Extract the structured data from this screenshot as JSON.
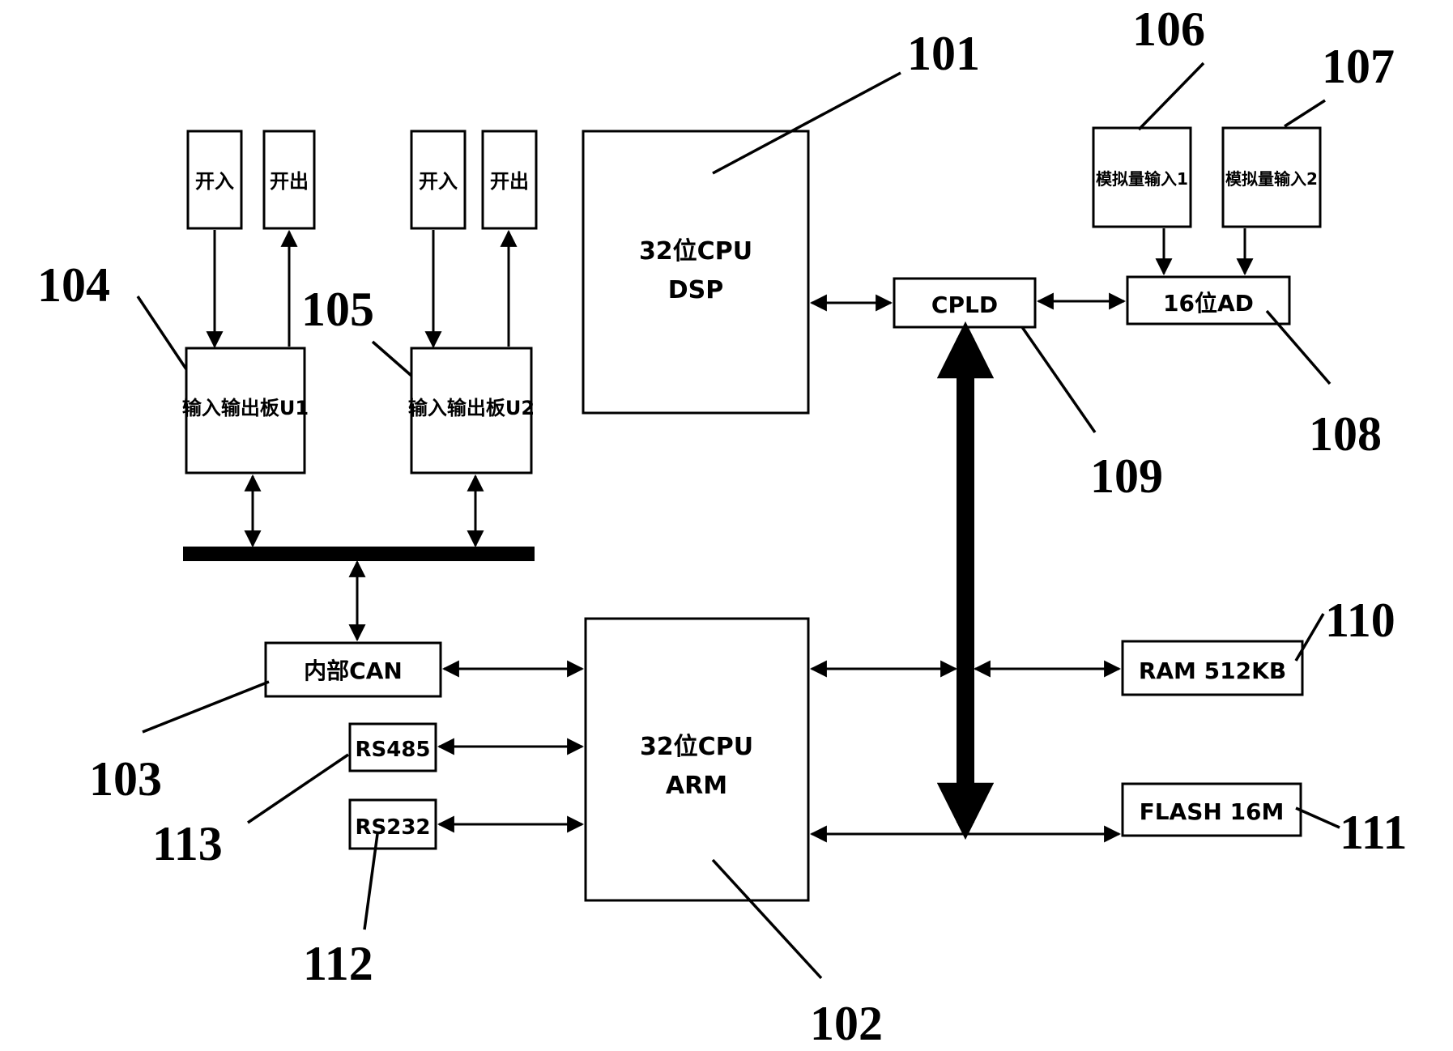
{
  "blocks": {
    "dsp": {
      "line1": "32位CPU",
      "line2": "DSP"
    },
    "arm": {
      "line1": "32位CPU",
      "line2": "ARM"
    },
    "cpld": {
      "label": "CPLD"
    },
    "ad": {
      "label": "16位AD"
    },
    "ram": {
      "label": "RAM 512KB"
    },
    "flash": {
      "label": "FLASH 16M"
    },
    "can": {
      "label": "内部CAN"
    },
    "rs485": {
      "label": "RS485"
    },
    "rs232": {
      "label": "RS232"
    },
    "io1": {
      "label": "输入输出板U1"
    },
    "io2": {
      "label": "输入输出板U2"
    },
    "ai1": {
      "label": "模拟量输入1"
    },
    "ai2": {
      "label": "模拟量输入2"
    },
    "in1": {
      "label": "开入"
    },
    "out1": {
      "label": "开出"
    },
    "in2": {
      "label": "开入"
    },
    "out2": {
      "label": "开出"
    }
  },
  "refs": {
    "r101": "101",
    "r102": "102",
    "r103": "103",
    "r104": "104",
    "r105": "105",
    "r106": "106",
    "r107": "107",
    "r108": "108",
    "r109": "109",
    "r110": "110",
    "r111": "111",
    "r112": "112",
    "r113": "113"
  }
}
